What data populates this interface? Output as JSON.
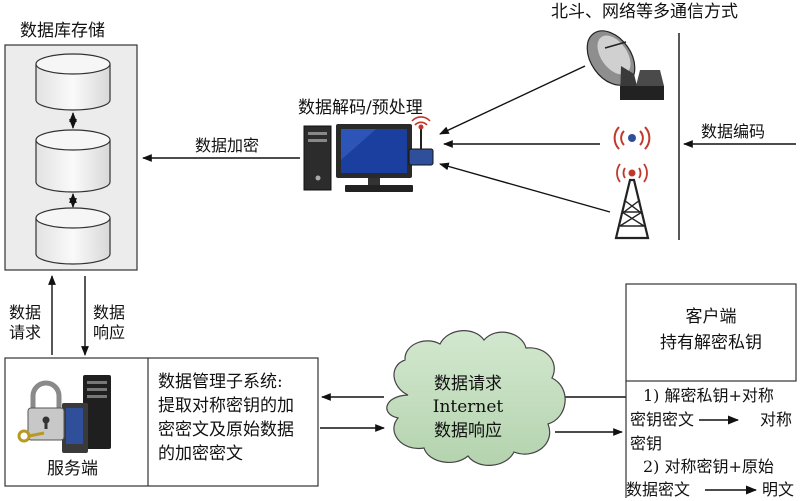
{
  "storage": {
    "title": "数据库存储",
    "encrypt_label": "数据加密",
    "request_label": [
      "数据",
      "请求"
    ],
    "response_label": [
      "数据",
      "响应"
    ]
  },
  "decode": {
    "label": "数据解码/预处理"
  },
  "comm": {
    "title": "北斗、网络等多通信方式",
    "encode_label": "数据编码"
  },
  "server": {
    "label": "服务端",
    "subsystem_lines": [
      "数据管理子系统:",
      "提取对称密钥的加",
      "密密文及原始数据",
      "的加密密文"
    ]
  },
  "cloud": {
    "lines": [
      "数据请求",
      "Internet",
      "数据响应"
    ]
  },
  "client": {
    "title_lines": [
      "客户端",
      "持有解密私钥"
    ],
    "step1_lines": [
      "1) 解密私钥+对称",
      "密钥密文",
      "对称",
      "密钥"
    ],
    "step2_lines": [
      "2) 对称密钥+原始",
      "数据密文",
      "明文"
    ]
  },
  "colors": {
    "storage_fill": "#ececec",
    "cylinder_fill": "#f2f2f2",
    "cloud_fill": "#c5dfc0",
    "screen_blue": "#1a3f9e",
    "stroke": "#333333"
  }
}
